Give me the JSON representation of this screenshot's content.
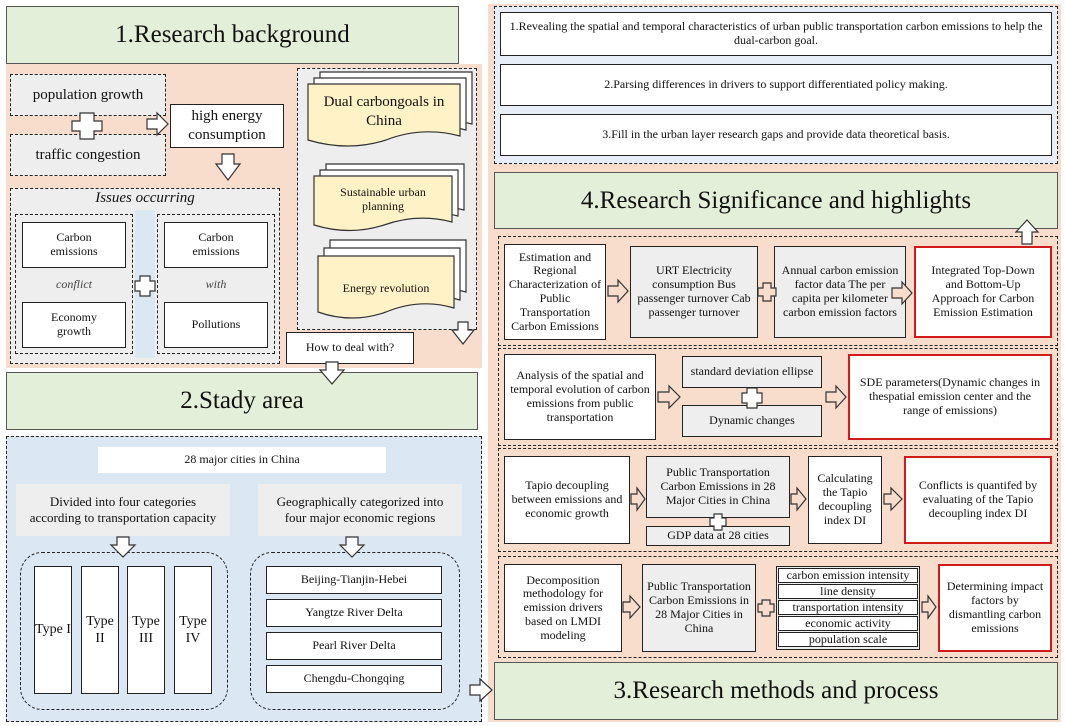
{
  "sections": {
    "background": "1.Research background",
    "study_area": "2.Stady area",
    "methods": "3.Research methods and process",
    "significance": "4.Research Significance and highlights"
  },
  "background": {
    "population_growth": "population growth",
    "traffic_congestion": "traffic congestion",
    "high_energy": "high energy consumption",
    "issues_title": "Issues occurring",
    "carbon_emissions_left": "Carbon emissions",
    "conflict": "conflict",
    "economy_growth": "Economy growth",
    "carbon_emissions_right": "Carbon emissions",
    "with": "with",
    "pollutions": "Pollutions",
    "dual_carbon": "Dual carbongoals in China",
    "sustainable": "Sustainable urban planning",
    "energy_revolution": "Energy revolution",
    "how_to_deal": "How to deal with?"
  },
  "goals": [
    "1.Revealing the spatial and temporal characteristics of urban public transportation carbon emissions to help the dual-carbon goal.",
    "2.Parsing differences in drivers to support differentiated policy making.",
    "3.Fill in the urban layer research gaps and provide data theoretical basis."
  ],
  "study_area": {
    "cities_title": "28 major cities in China",
    "cat_transport": "Divided into four categories according to transportation capacity",
    "cat_geo": "Geographically categorized into four major economic regions",
    "types": [
      "Type I",
      "Type II",
      "Type III",
      "Type IV"
    ],
    "regions": [
      "Beijing-Tianjin-Hebei",
      "Yangtze River Delta",
      "Pearl River Delta",
      "Chengdu-Chongqing"
    ]
  },
  "methods": {
    "row1": {
      "left": "Estimation and Regional Characterization of Public Transportation Carbon Emissions",
      "mid": "URT Electricity consumption Bus passenger turnover Cab passenger turnover",
      "right": "Annual carbon emission factor data The per capita per kilometer carbon emission factors",
      "result": "Integrated Top-Down and Bottom-Up Approach for Carbon Emission Estimation"
    },
    "row2": {
      "left": "Analysis of the spatial and temporal evolution of carbon emissions from public transportation",
      "mid_top": "standard deviation ellipse",
      "mid_bottom": "Dynamic changes",
      "result": "SDE parameters(Dynamic changes in thespatial emission center and the range of emissions)"
    },
    "row3": {
      "left": "Tapio decoupling between emissions and economic growth",
      "mid_top": "Public Transportation Carbon Emissions in 28 Major Cities in China",
      "mid_bottom": "GDP data at 28 cities",
      "calc": "Calculating the Tapio decoupling index DI",
      "result": "Conflicts is quantifed by evaluating of the Tapio decoupling index DI"
    },
    "row4": {
      "left": "Decomposition methodology for emission drivers based on LMDI modeling",
      "mid": "Public Transportation Carbon Emissions in 28 Major Cities in China",
      "factors": [
        "carbon emission intensity",
        "line density",
        "transportation intensity",
        "economic activity",
        "population scale"
      ],
      "result": "Determining impact factors by dismantling carbon emissions"
    }
  }
}
